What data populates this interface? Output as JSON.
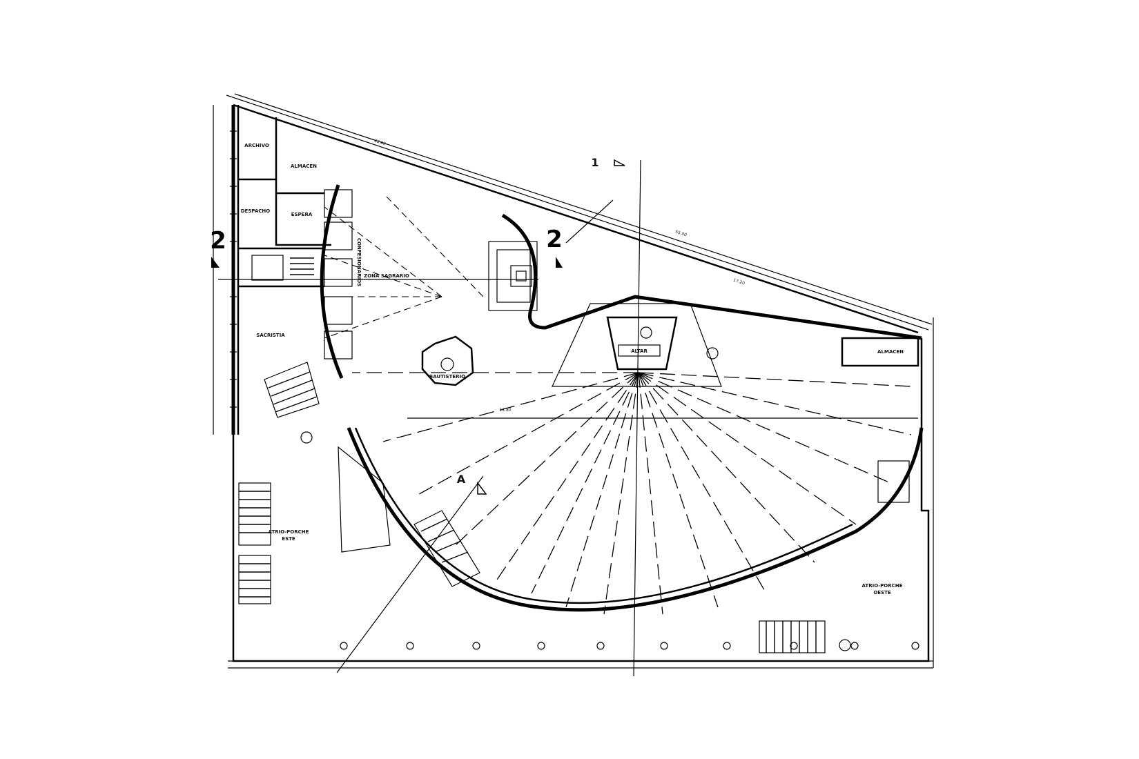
{
  "section_marks": {
    "left": "2",
    "right": "2",
    "top": "1",
    "bottom": "A"
  },
  "rooms": {
    "archivo": "ARCHIVO",
    "almacen_nw": "ALMACEN",
    "despacho": "DESPACHO",
    "espera": "ESPERA",
    "sacristia": "SACRISTIA",
    "zona_sagrario": "ZONA SAGRARIO",
    "confesionarios": "CONFESIONARIOS",
    "bautisterio": "BAUTISTERIO",
    "altar": "ALTAR",
    "almacen_ne": "ALMACEN",
    "atrio_este": [
      "ATRIO-PORCHE",
      "ESTE"
    ],
    "atrio_oeste": [
      "ATRIO-PORCHE",
      "OESTE"
    ]
  },
  "dimensions": {
    "top_diag_1": "25.80",
    "top_diag_2": "55.00",
    "top_diag_3": "17.20",
    "axis": "14.80"
  }
}
